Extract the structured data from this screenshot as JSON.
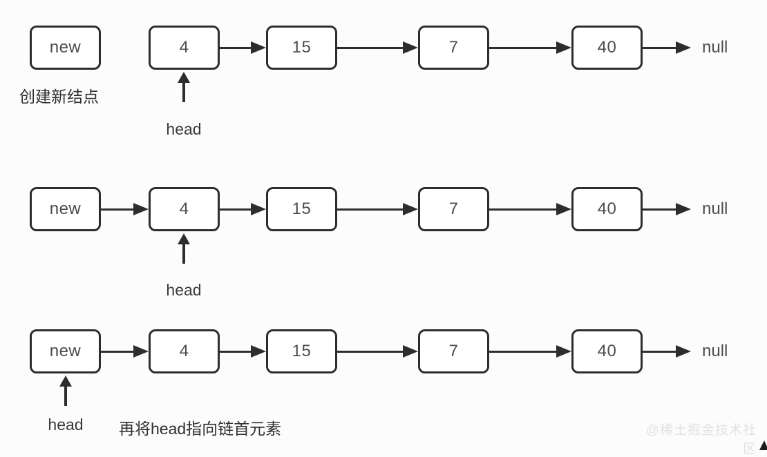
{
  "rows": [
    {
      "new_label": "new",
      "nodes": [
        "4",
        "15",
        "7",
        "40"
      ],
      "tail_label": "null",
      "pointer_label": "head",
      "caption": "创建新结点"
    },
    {
      "new_label": "new",
      "nodes": [
        "4",
        "15",
        "7",
        "40"
      ],
      "tail_label": "null",
      "pointer_label": "head"
    },
    {
      "new_label": "new",
      "nodes": [
        "4",
        "15",
        "7",
        "40"
      ],
      "tail_label": "null",
      "pointer_label": "head",
      "caption": "再将head指向链首元素"
    }
  ],
  "watermark": "@稀土掘金技术社区",
  "colors": {
    "stroke": "#2d2d2d",
    "node_text": "#4c4c4c",
    "label_text": "#3a3a3a",
    "caption_text": "#2f2f2f",
    "watermark": "#e2e2e2"
  }
}
